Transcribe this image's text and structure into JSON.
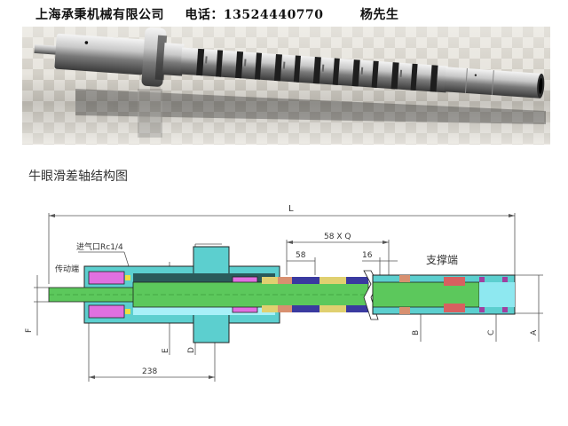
{
  "header": {
    "company": "上海承秉机械有限公司",
    "phone_label": "电话：13524440770",
    "contact": "杨先生"
  },
  "photo": {
    "subject": "air-differential-shaft-product-render"
  },
  "section": {
    "title": "牛眼滑差轴结构图"
  },
  "drawing": {
    "labels": {
      "overall_length": "L",
      "air_inlet": "进气口Rc1/4",
      "drive_end": "传动端",
      "support_end": "支撑端",
      "pitch_total": "58 X Q",
      "pitch": "58",
      "gap": "16",
      "flange_offset": "238"
    },
    "diameters": [
      "A",
      "B",
      "C",
      "D",
      "E",
      "F"
    ]
  },
  "colors": {
    "shaft_green": "#5cc85c",
    "housing_cyan": "#5ccfcf",
    "bearing_pink": "#e070e0",
    "sleeve_dark": "#2a5a5a",
    "roller_blue": "#3a3aa0",
    "sleeve_tan": "#d89070",
    "spacer_yellow": "#e0d070",
    "dim_line": "#555555"
  }
}
